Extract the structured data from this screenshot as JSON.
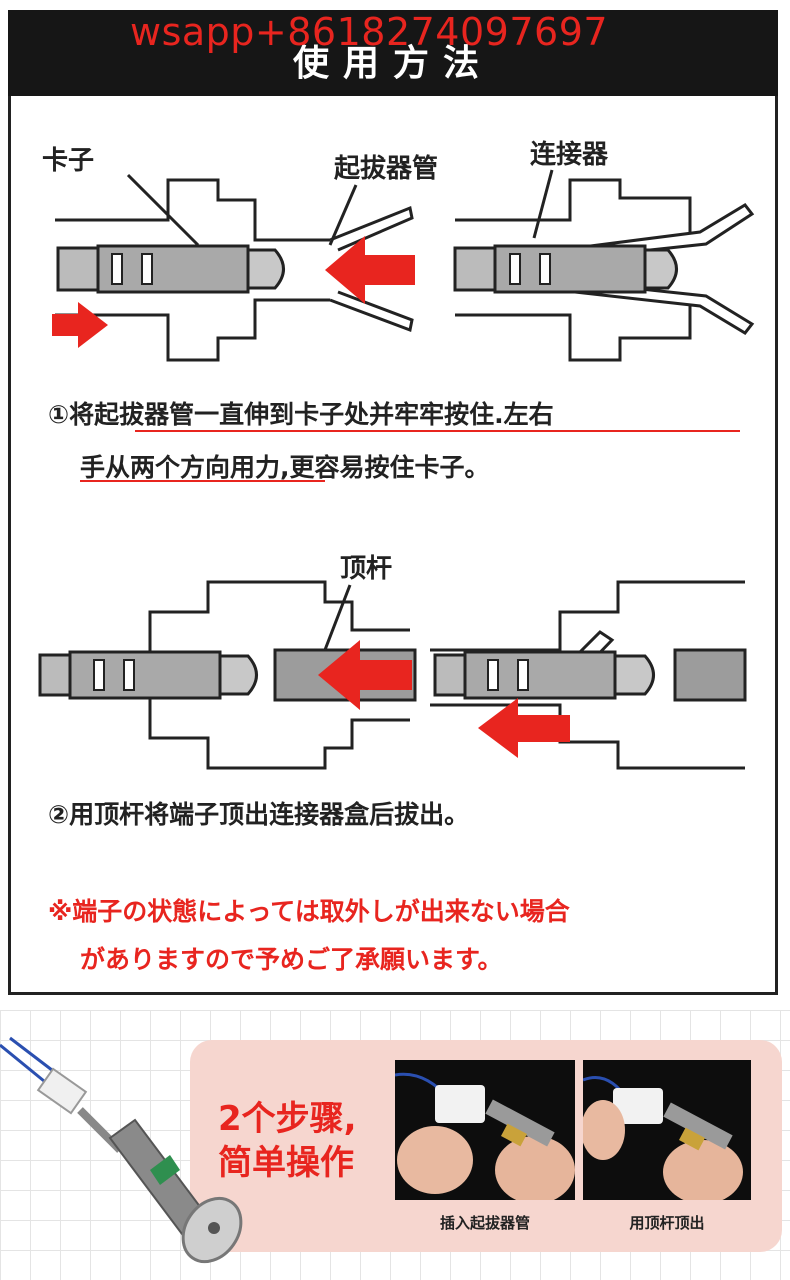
{
  "watermark": "wsapp+8618274097697",
  "header": {
    "title": "使用方法"
  },
  "diagram1": {
    "label_clip": "卡子",
    "label_tool": "起拔器管",
    "label_connector": "连接器"
  },
  "step1": {
    "line1": "①将起拔器管一直伸到卡子处并牢牢按住.左右",
    "line2": "手从两个方向用力,更容易按住卡子。"
  },
  "diagram2": {
    "label_rod": "顶杆"
  },
  "step2": {
    "text": "②用顶杆将端子顶出连接器盒后拔出。"
  },
  "note": {
    "line1": "※端子の状態によっては取外しが出来ない場合",
    "line2": "がありますので予めご了承願います。"
  },
  "promo": {
    "headline_line1": "2个步骤,",
    "headline_line2": "简单操作",
    "caption1": "插入起拔器管",
    "caption2": "用顶杆顶出"
  },
  "colors": {
    "accent": "#e8251f",
    "pink_panel": "#f6d6cf",
    "header": "#161616"
  },
  "icons": [
    "red-arrow-icon",
    "tool-icon"
  ]
}
